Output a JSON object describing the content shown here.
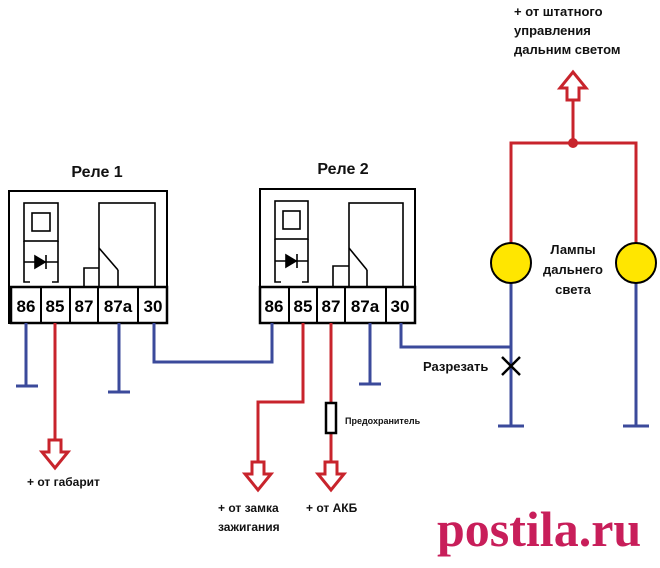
{
  "relay1": {
    "title": "Реле 1",
    "pins": [
      "86",
      "85",
      "87",
      "87a",
      "30"
    ]
  },
  "relay2": {
    "title": "Реле  2",
    "pins": [
      "86",
      "85",
      "87",
      "87a",
      "30"
    ]
  },
  "labels": {
    "stock_control_line1": "+ от штатного",
    "stock_control_line2": "управления",
    "stock_control_line3": "дальним светом",
    "lamps_line1": "Лампы",
    "lamps_line2": "дальнего",
    "lamps_line3": "света",
    "cut": "Разрезать",
    "fuse": "Предохранитель",
    "marker": "+ от габарит",
    "ignition_line1": "+ от замка",
    "ignition_line2": "зажигания",
    "battery": "+ от АКБ"
  },
  "watermark": "postila.ru",
  "colors": {
    "positive_wire": "#c8242c",
    "ground_wire": "#3b4a9b",
    "lamp_fill": "#ffe600",
    "relay_outline": "#000000",
    "watermark": "#c81e5a"
  }
}
